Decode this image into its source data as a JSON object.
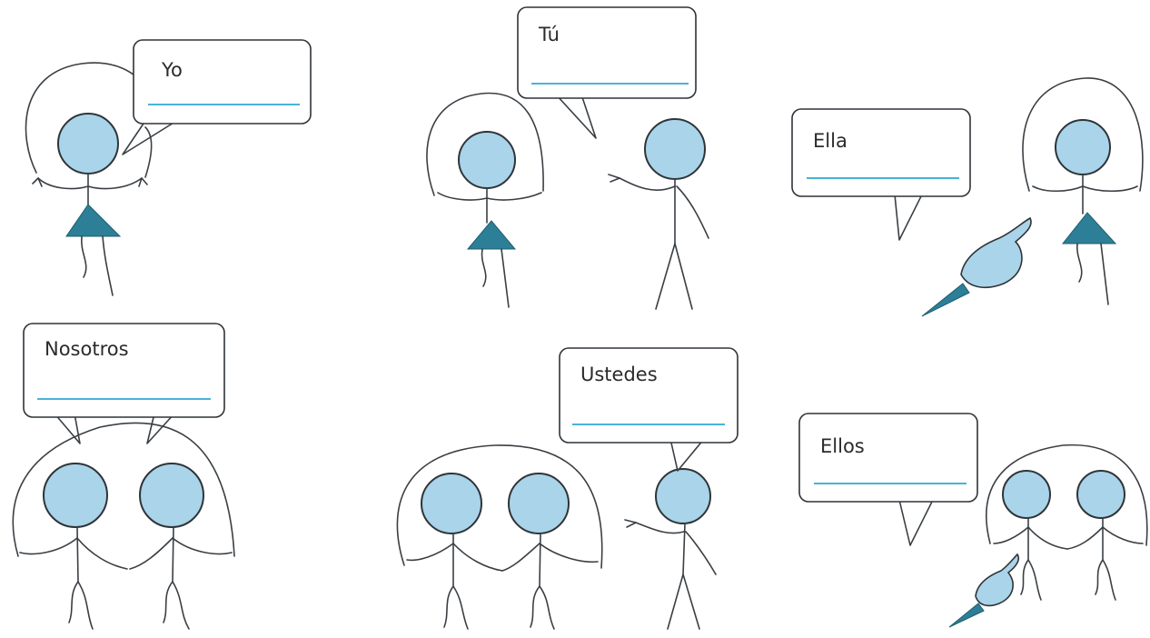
{
  "bubbles": {
    "yo": "Yo",
    "tu": "Tú",
    "ella": "Ella",
    "nosotros": "Nosotros",
    "ustedes": "Ustedes",
    "ellos": "Ellos"
  },
  "colors": {
    "head_fill": "#a9d4ea",
    "skirt": "#2c7f96",
    "answer_line": "#4ab2d8",
    "ink": "#2f3438"
  }
}
